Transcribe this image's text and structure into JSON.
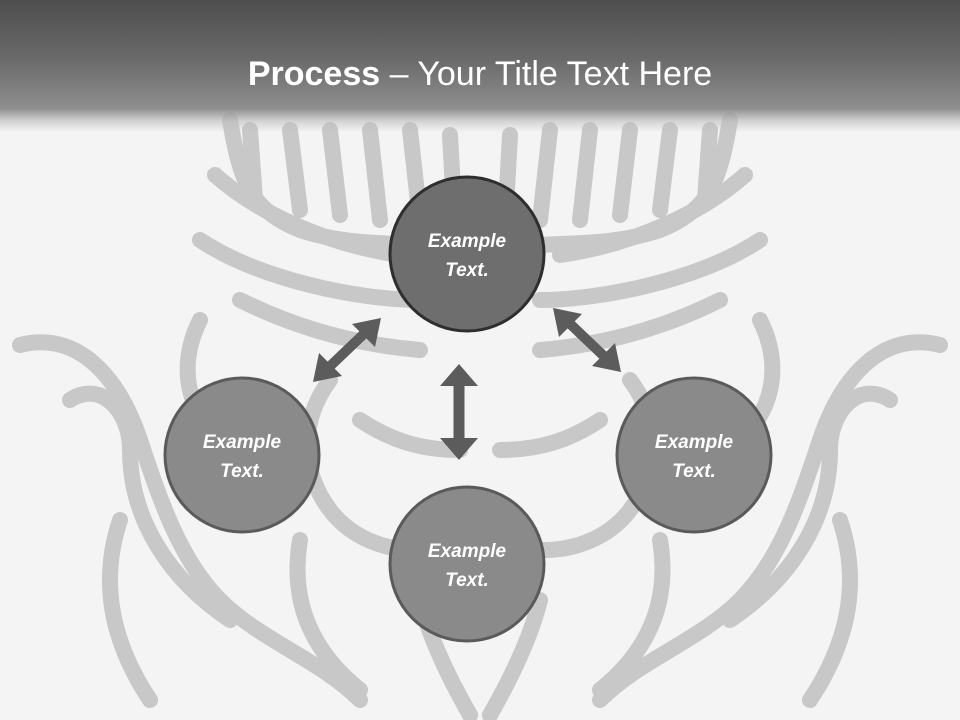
{
  "title": {
    "bold": "Process",
    "rest": " – Your Title Text Here"
  },
  "colors": {
    "node_top_fill": "#6e6e6e",
    "node_fill": "#8a8a8a",
    "node_stroke": "#5a5a5a",
    "node_top_stroke": "#2e2e2e",
    "arrow": "#5c5c5c",
    "background_art": "#c6c6c6"
  },
  "nodes": [
    {
      "id": "top",
      "lines": [
        "Example",
        "Text."
      ]
    },
    {
      "id": "left",
      "lines": [
        "Example",
        "Text."
      ]
    },
    {
      "id": "right",
      "lines": [
        "Example",
        "Text."
      ]
    },
    {
      "id": "bottom",
      "lines": [
        "Example",
        "Text."
      ]
    }
  ]
}
